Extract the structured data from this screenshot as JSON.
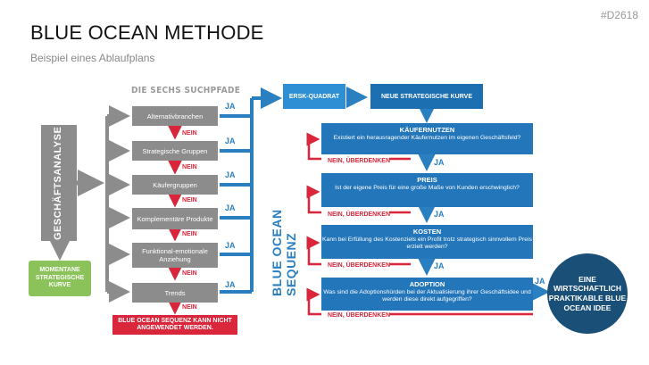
{
  "header": {
    "title": "BLUE OCEAN METHODE",
    "subtitle": "Beispiel eines Ablaufplans",
    "code": "#D2618"
  },
  "left": {
    "section_label": "DIE SECHS SUCHPFADE",
    "vertical_label": "GESCHÄFTSANALYSE",
    "green_box": "MOMENTANE STRATEGISCHE KURVE",
    "paths": [
      "Alternativbranchen",
      "Strategische Gruppen",
      "Käufergruppen",
      "Komplementäre Produkte",
      "Funktional-emotionale Anziehung",
      "Trends"
    ],
    "no_label": "NEIN",
    "yes_label": "JA",
    "red_box": "BLUE OCEAN SEQUENZ KANN NICHT ANGEWENDET WERDEN."
  },
  "middle": {
    "sequence_label": "BLUE OCEAN SEQUENZ"
  },
  "right": {
    "top_boxes": [
      "ERSK-QUADRAT",
      "NEUE STRATEGISCHE KURVE"
    ],
    "steps": [
      {
        "heading": "KÄUFERNUTZEN",
        "text": "Existiert ein herausragender Käufernutzen im eigenen Geschäftsfeld?"
      },
      {
        "heading": "PREIS",
        "text": "Ist der eigene Preis für eine große Maße von Kunden erschwinglich?"
      },
      {
        "heading": "KOSTEN",
        "text": "Kann bei Erfüllung des Kostenziels ein Profit trotz strategisch sinnvollem Preis erzielt werden?"
      },
      {
        "heading": "ADOPTION",
        "text": "Was sind die Adoptionshürden bei der Aktualisierung ihrer Geschäftsidee und werden diese direkt aufgegriffen?"
      }
    ],
    "no_label": "NEIN, ÜBERDENKEN",
    "yes_label": "JA",
    "result": "EINE WIRTSCHAFTLICH PRAKTIKABLE BLUE OCEAN IDEE"
  },
  "colors": {
    "gray": "#8c8c8c",
    "green": "#8bc25a",
    "red": "#d9263a",
    "blue": "#2376b9",
    "light_blue": "#2f8fd4",
    "navy": "#1a4f77"
  }
}
